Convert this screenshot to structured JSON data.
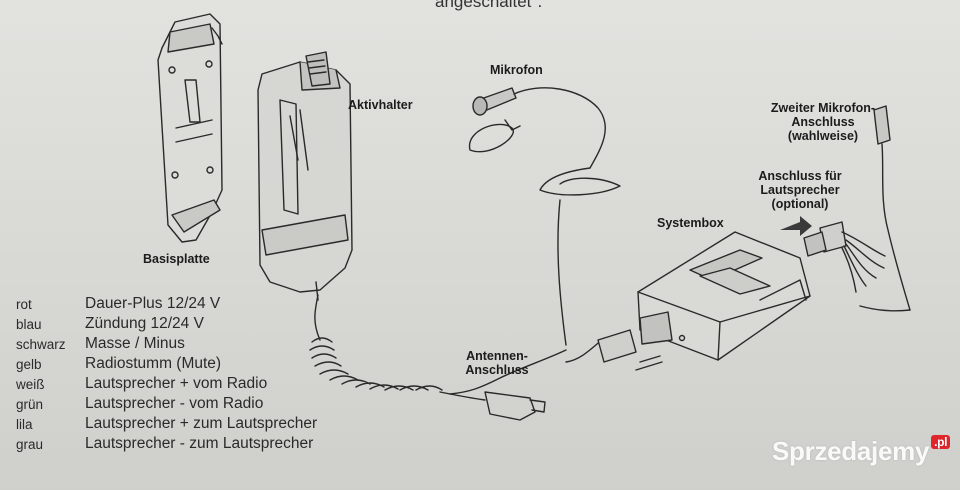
{
  "header_fragment": "angeschaltet\".",
  "labels": {
    "basisplatte": "Basisplatte",
    "aktivhalter": "Aktivhalter",
    "mikrofon": "Mikrofon",
    "zweiter_mikrofon": [
      "Zweiter Mikrofon-",
      "Anschluss",
      "(wahlweise)"
    ],
    "anschluss_lautsprecher": [
      "Anschluss für",
      "Lautsprecher",
      "(optional)"
    ],
    "systembox": "Systembox",
    "antennen_anschluss": [
      "Antennen-",
      "Anschluss"
    ]
  },
  "legend": [
    {
      "color": "rot",
      "desc": "Dauer-Plus 12/24 V"
    },
    {
      "color": "blau",
      "desc": "Zündung 12/24 V"
    },
    {
      "color": "schwarz",
      "desc": "Masse / Minus"
    },
    {
      "color": "gelb",
      "desc": "Radiostumm (Mute)"
    },
    {
      "color": "weiß",
      "desc": "Lautsprecher + vom Radio"
    },
    {
      "color": "grün",
      "desc": "Lautsprecher - vom Radio"
    },
    {
      "color": "lila",
      "desc": "Lautsprecher + zum Lautsprecher"
    },
    {
      "color": "grau",
      "desc": "Lautsprecher - zum Lautsprecher"
    }
  ],
  "watermark": {
    "text": "Sprzedajemy",
    "suffix": ".pl"
  }
}
